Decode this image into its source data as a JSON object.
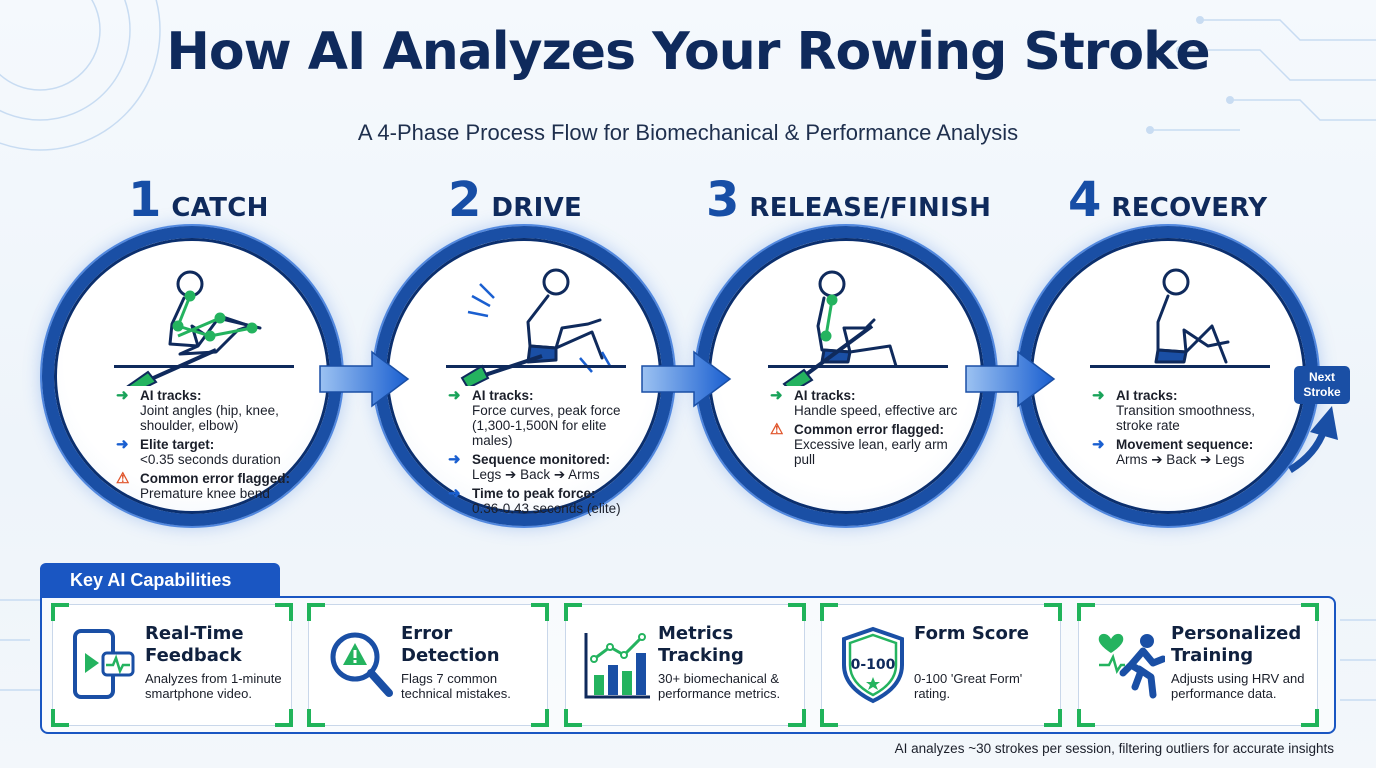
{
  "title": "How AI Analyzes Your Rowing Stroke",
  "subtitle": "A 4-Phase Process Flow for Biomechanical & Performance Analysis",
  "colors": {
    "navy": "#0f2a5c",
    "ring": "#1a4fa5",
    "accent_green": "#20b35a",
    "warning": "#e0552b"
  },
  "phases": [
    {
      "number": "1",
      "name": "CATCH",
      "items": [
        {
          "icon": "green-arrow-icon",
          "label": "AI tracks:",
          "text": "Joint angles (hip, knee, shoulder, elbow)"
        },
        {
          "icon": "blue-arrow-icon",
          "label": "Elite target:",
          "text": "<0.35 seconds duration"
        },
        {
          "icon": "warning-icon",
          "label": "Common error flagged:",
          "text": "Premature knee bend"
        }
      ]
    },
    {
      "number": "2",
      "name": "DRIVE",
      "items": [
        {
          "icon": "green-arrow-icon",
          "label": "AI tracks:",
          "text": "Force curves, peak force (1,300-1,500N for elite males)"
        },
        {
          "icon": "blue-arrow-icon",
          "label": "Sequence monitored:",
          "text": "Legs ➔ Back ➔ Arms"
        },
        {
          "icon": "blue-arrow-icon",
          "label": "Time to peak force:",
          "text": "0.36-0.43 seconds (elite)"
        }
      ]
    },
    {
      "number": "3",
      "name": "RELEASE/FINISH",
      "items": [
        {
          "icon": "green-arrow-icon",
          "label": "AI tracks:",
          "text": "Handle speed, effective arc"
        },
        {
          "icon": "warning-icon",
          "label": "Common error flagged:",
          "text": "Excessive lean, early arm pull"
        }
      ]
    },
    {
      "number": "4",
      "name": "RECOVERY",
      "items": [
        {
          "icon": "green-arrow-icon",
          "label": "AI tracks:",
          "text": "Transition smoothness, stroke rate"
        },
        {
          "icon": "blue-arrow-icon",
          "label": "Movement sequence:",
          "text": "Arms ➔ Back ➔ Legs"
        }
      ]
    }
  ],
  "next_stroke": "Next Stroke",
  "capabilities": {
    "heading": "Key AI Capabilities",
    "cards": [
      {
        "icon": "smartphone-video-icon",
        "title": "Real-Time Feedback",
        "desc": "Analyzes from 1-minute smartphone video."
      },
      {
        "icon": "magnifier-warning-icon",
        "title": "Error Detection",
        "desc": "Flags 7 common technical mistakes."
      },
      {
        "icon": "bar-chart-icon",
        "title": "Metrics Tracking",
        "desc": "30+ biomechanical & performance metrics."
      },
      {
        "icon": "shield-score-icon",
        "title": "Form Score",
        "desc": "0-100 'Great Form' rating.",
        "badge": "0-100"
      },
      {
        "icon": "runner-heart-icon",
        "title": "Personalized Training",
        "desc": "Adjusts using HRV and performance data."
      }
    ]
  },
  "footer": "AI analyzes ~30 strokes per session, filtering outliers for accurate insights"
}
